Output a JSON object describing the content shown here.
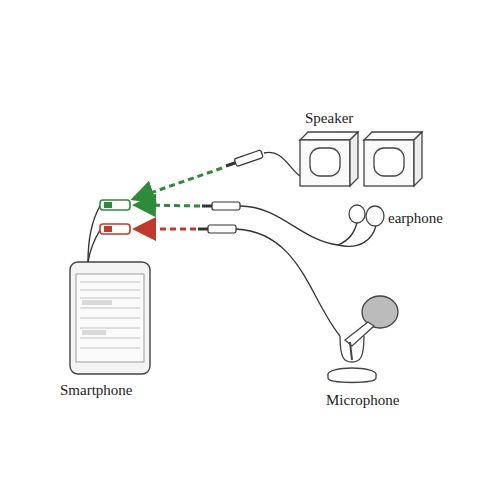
{
  "diagram": {
    "labels": [
      "Speaker",
      "earphone",
      "Microphone",
      "Smartphone"
    ]
  }
}
